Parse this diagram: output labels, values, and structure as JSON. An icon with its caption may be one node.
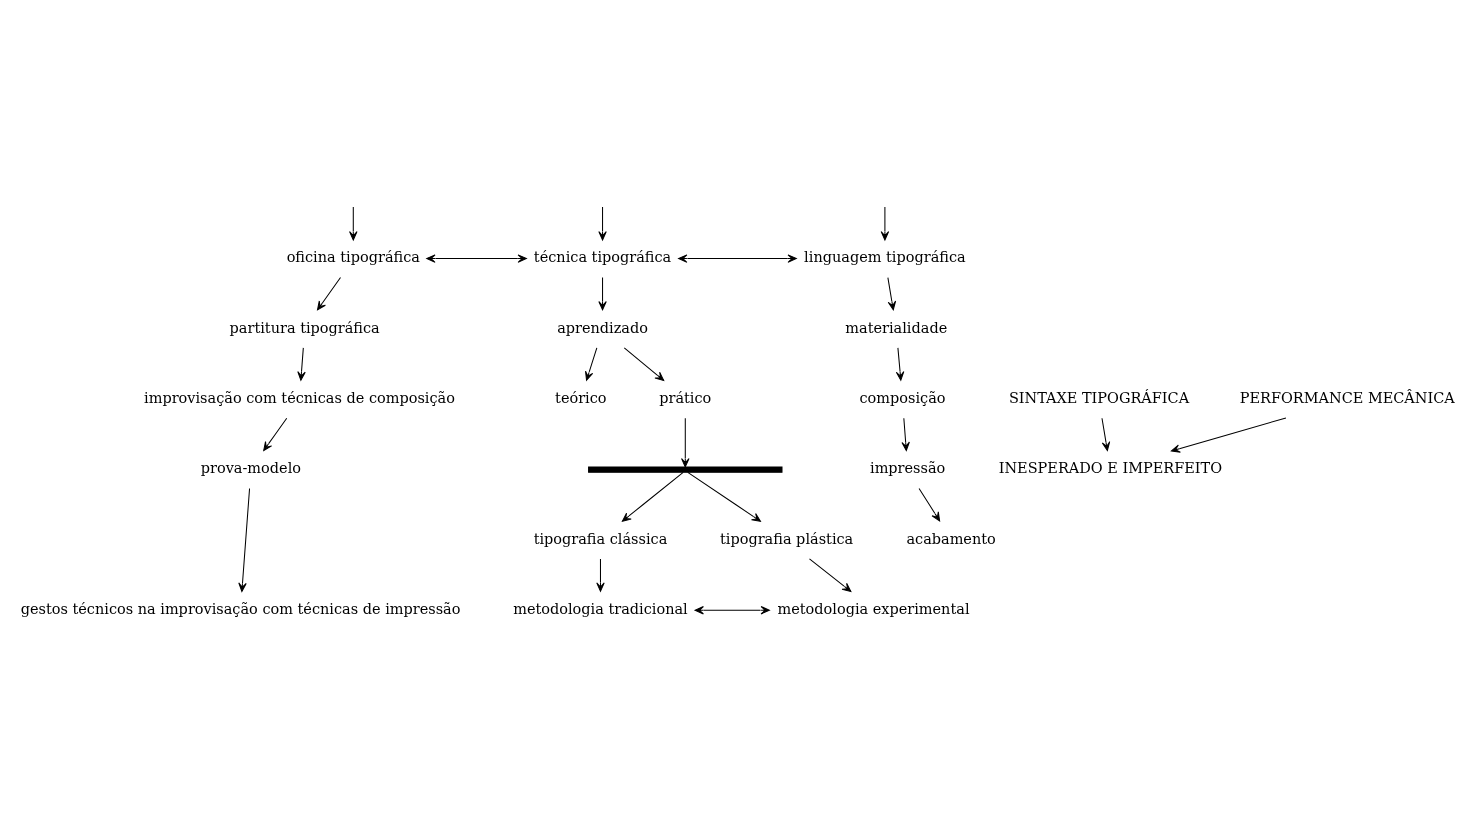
{
  "diagram": {
    "nodes": [
      {
        "text": [
          "oficina tipográfica"
        ]
      },
      {
        "text": [
          "técnica tipográfica"
        ]
      },
      {
        "text": [
          "linguagem tipográfica"
        ]
      },
      {
        "text": [
          "partitura tipográfica"
        ]
      },
      {
        "text": [
          "aprendizado"
        ]
      },
      {
        "text": [
          "materialidade"
        ]
      },
      {
        "text": [
          "improvisação com técnicas de composição"
        ]
      },
      {
        "text": [
          "teórico"
        ]
      },
      {
        "text": [
          "prático"
        ]
      },
      {
        "text": [
          "composição"
        ]
      },
      {
        "text": [
          "SINTAXE TIPOGRÁFICA"
        ]
      },
      {
        "text": [
          "PERFORMANCE MECÂNICA"
        ]
      },
      {
        "text": [
          "prova-modelo"
        ]
      },
      {
        "text": [],
        "shape": "bar"
      },
      {
        "text": [
          "impressão"
        ]
      },
      {
        "text": [
          "tipografia clássica"
        ]
      },
      {
        "text": [
          "tipografia plástica"
        ]
      },
      {
        "text": [
          "acabamento"
        ]
      },
      {
        "text": [
          "gestos técnicos na improvisação com técnicas de impressão"
        ]
      },
      {
        "text": [
          "metodologia tradicional"
        ]
      },
      {
        "text": [
          "metodologia experimental"
        ]
      },
      {
        "text": [
          "INESPERADO E IMPERFEITO"
        ]
      }
    ],
    "edges": [
      {
        "from": null,
        "to": 0,
        "arrow": "to"
      },
      {
        "from": null,
        "to": 1,
        "arrow": "to"
      },
      {
        "from": null,
        "to": 2,
        "arrow": "to"
      },
      {
        "from": 0,
        "to": 1,
        "arrow": "both"
      },
      {
        "from": 1,
        "to": 2,
        "arrow": "both"
      },
      {
        "from": 0,
        "to": 3,
        "arrow": "to"
      },
      {
        "from": 1,
        "to": 4,
        "arrow": "to"
      },
      {
        "from": 2,
        "to": 5,
        "arrow": "to"
      },
      {
        "from": 3,
        "to": 6,
        "arrow": "to"
      },
      {
        "from": 4,
        "to": 7,
        "arrow": "to"
      },
      {
        "from": 4,
        "to": 8,
        "arrow": "to"
      },
      {
        "from": 5,
        "to": 9,
        "arrow": "to"
      },
      {
        "from": 6,
        "to": 12,
        "arrow": "to"
      },
      {
        "from": 8,
        "to": 13,
        "arrow": "to"
      },
      {
        "from": 9,
        "to": 14,
        "arrow": "to"
      },
      {
        "from": 13,
        "to": 15,
        "arrow": "to"
      },
      {
        "from": 13,
        "to": 16,
        "arrow": "to"
      },
      {
        "from": 14,
        "to": 17,
        "arrow": "to"
      },
      {
        "from": 12,
        "to": 18,
        "arrow": "to"
      },
      {
        "from": 15,
        "to": 19,
        "arrow": "to"
      },
      {
        "from": 16,
        "to": 20,
        "arrow": "to"
      },
      {
        "from": 19,
        "to": 20,
        "arrow": "both"
      },
      {
        "from": 11,
        "to": 21,
        "arrow": "to"
      },
      {
        "from": 10,
        "to": 21,
        "arrow": "to"
      }
    ]
  }
}
